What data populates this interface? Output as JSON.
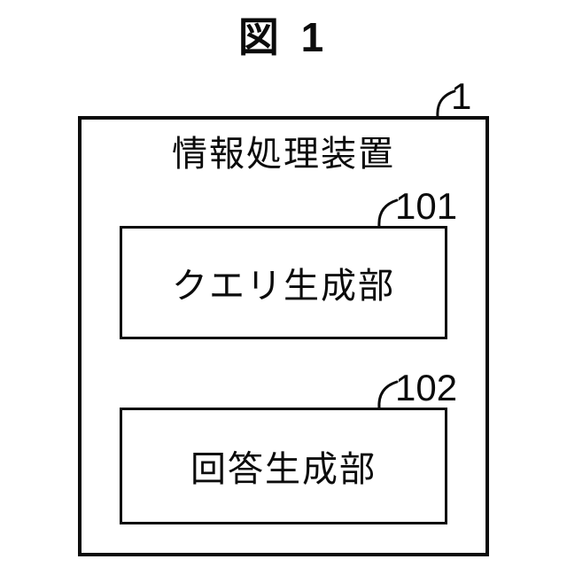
{
  "figure": {
    "title": "図 1",
    "device": {
      "label": "情報処理装置",
      "ref": "1"
    },
    "blocks": [
      {
        "label": "クエリ生成部",
        "ref": "101"
      },
      {
        "label": "回答生成部",
        "ref": "102"
      }
    ],
    "colors": {
      "line": "#0b0b0b",
      "background": "#ffffff"
    }
  }
}
